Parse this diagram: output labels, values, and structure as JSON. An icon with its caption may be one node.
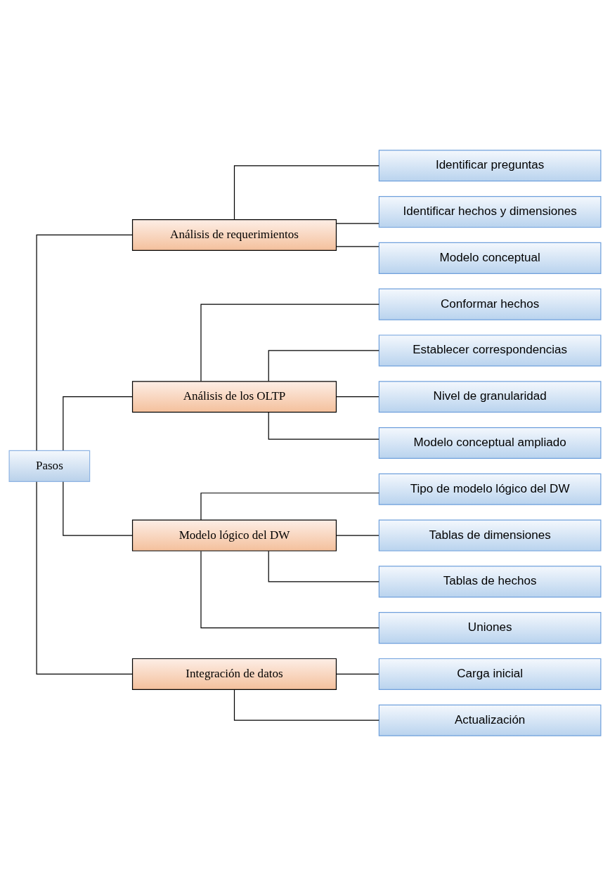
{
  "diagram": {
    "nodes": [
      {
        "text": [
          "Pasos"
        ]
      },
      {
        "text": [
          "Análisis de requerimientos"
        ]
      },
      {
        "text": [
          "Identificar preguntas"
        ]
      },
      {
        "text": [
          "Identificar hechos y dimensiones"
        ]
      },
      {
        "text": [
          "Modelo conceptual"
        ]
      },
      {
        "text": [
          "Análisis de los OLTP"
        ]
      },
      {
        "text": [
          "Conformar hechos"
        ]
      },
      {
        "text": [
          "Establecer correspondencias"
        ]
      },
      {
        "text": [
          "Nivel de granularidad"
        ]
      },
      {
        "text": [
          "Modelo conceptual ampliado"
        ]
      },
      {
        "text": [
          "Modelo lógico del DW"
        ]
      },
      {
        "text": [
          "Tipo de modelo lógico del DW"
        ]
      },
      {
        "text": [
          "Tablas de dimensiones"
        ]
      },
      {
        "text": [
          "Tablas de hechos"
        ]
      },
      {
        "text": [
          "Uniones"
        ]
      },
      {
        "text": [
          "Integración de datos"
        ]
      },
      {
        "text": [
          "Carga inicial"
        ]
      },
      {
        "text": [
          "Actualización"
        ]
      }
    ],
    "edges": [
      {
        "from": 0,
        "to": 1,
        "arrow": "none"
      },
      {
        "from": 1,
        "to": 2,
        "arrow": "none"
      },
      {
        "from": 1,
        "to": 3,
        "arrow": "none"
      },
      {
        "from": 1,
        "to": 4,
        "arrow": "none"
      },
      {
        "from": 0,
        "to": 5,
        "arrow": "none"
      },
      {
        "from": 5,
        "to": 6,
        "arrow": "none"
      },
      {
        "from": 5,
        "to": 7,
        "arrow": "none"
      },
      {
        "from": 5,
        "to": 8,
        "arrow": "none"
      },
      {
        "from": 5,
        "to": 9,
        "arrow": "none"
      },
      {
        "from": 0,
        "to": 10,
        "arrow": "none"
      },
      {
        "from": 10,
        "to": 11,
        "arrow": "none"
      },
      {
        "from": 10,
        "to": 12,
        "arrow": "none"
      },
      {
        "from": 10,
        "to": 13,
        "arrow": "none"
      },
      {
        "from": 10,
        "to": 14,
        "arrow": "none"
      },
      {
        "from": 0,
        "to": 15,
        "arrow": "none"
      },
      {
        "from": 15,
        "to": 16,
        "arrow": "none"
      },
      {
        "from": 15,
        "to": 17,
        "arrow": "none"
      }
    ]
  }
}
